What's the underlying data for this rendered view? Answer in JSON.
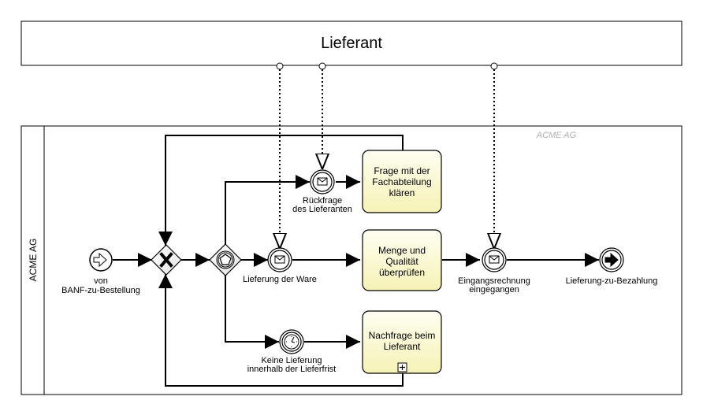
{
  "pools": {
    "supplier": {
      "title": "Lieferant"
    },
    "acme": {
      "title": "ACME AG",
      "watermark": "ACME AG"
    }
  },
  "events": {
    "start": {
      "label1": "von",
      "label2": "BANF-zu-Bestellung",
      "icon": "arrow-right-icon"
    },
    "inquiry": {
      "label1": "Rückfrage",
      "label2": "des Lieferanten",
      "icon": "envelope-icon"
    },
    "delivery": {
      "label1": "Lieferung der Ware",
      "icon": "envelope-icon"
    },
    "timer": {
      "label1": "Keine Lieferung",
      "label2": "innerhalb der Lieferfrist",
      "icon": "clock-icon"
    },
    "invoice": {
      "label1": "Eingangsrechnung",
      "label2": "eingegangen",
      "icon": "envelope-icon"
    },
    "end": {
      "label1": "Lieferung-zu-Bezahlung",
      "icon": "arrow-right-icon"
    }
  },
  "tasks": {
    "clarify": {
      "line1": "Frage mit der",
      "line2": "Fachabteilung",
      "line3": "klären"
    },
    "check": {
      "line1": "Menge und",
      "line2": "Qualität",
      "line3": "überprüfen"
    },
    "followup": {
      "line1": "Nachfrage beim",
      "line2": "Lieferant",
      "marker": "+"
    }
  },
  "gateways": {
    "xor": {
      "marker": "X"
    },
    "event_based": {
      "marker": "pentagon"
    }
  },
  "colors": {
    "task_fill_top": "#fefef0",
    "task_fill_bottom": "#f7f3bb",
    "stroke": "#000000",
    "watermark": "#b0b0b0"
  }
}
